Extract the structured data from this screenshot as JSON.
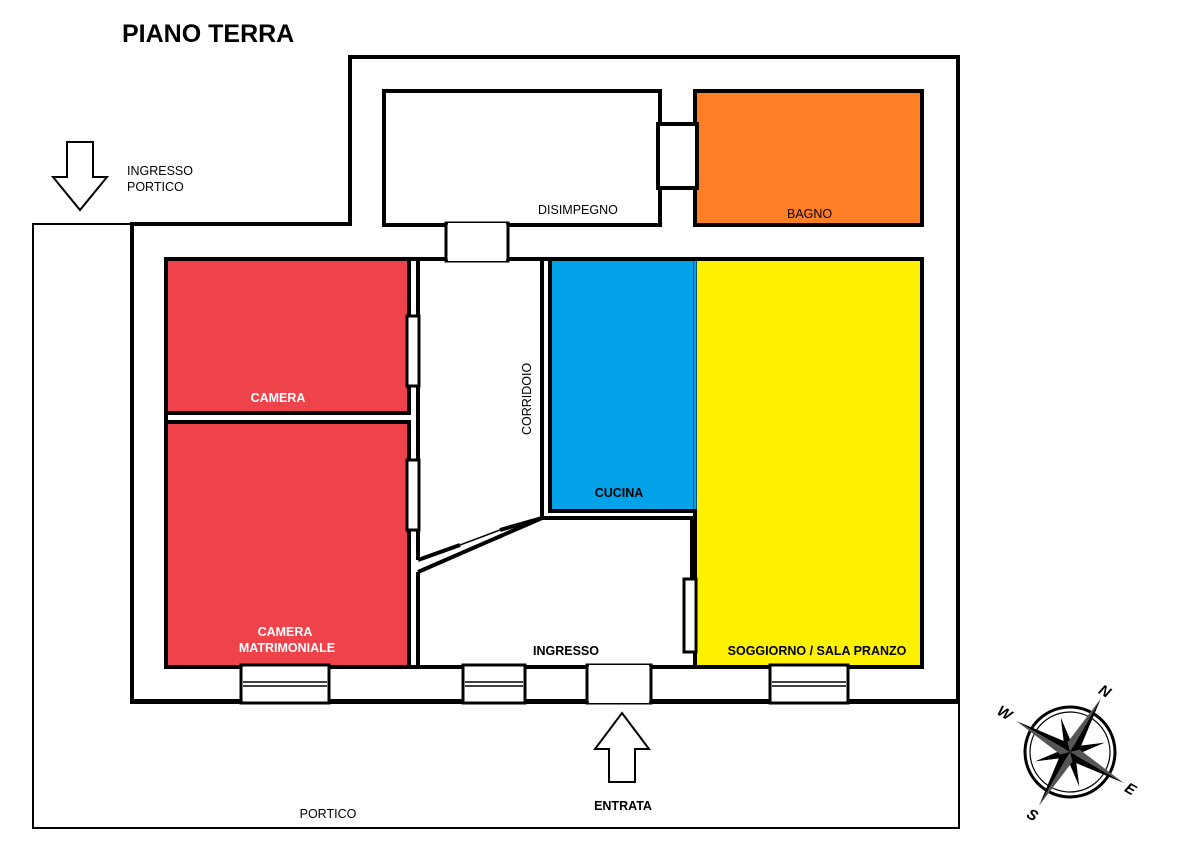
{
  "title": "PIANO TERRA",
  "colors": {
    "wall": "#000000",
    "camera": "#ef434b",
    "cucina": "#02a2e8",
    "soggiorno": "#fff200",
    "bagno": "#ff7f27",
    "free": "#ffffff"
  },
  "labels": {
    "ingresso_portico_1": "INGRESSO",
    "ingresso_portico_2": "PORTICO",
    "disimpegno": "DISIMPEGNO",
    "bagno": "BAGNO",
    "camera": "CAMERA",
    "camera_matrimoniale_1": "CAMERA",
    "camera_matrimoniale_2": "MATRIMONIALE",
    "corridoio": "CORRIDOIO",
    "cucina": "CUCINA",
    "ingresso": "INGRESSO",
    "soggiorno": "SOGGIORNO / SALA PRANZO",
    "entrata": "ENTRATA",
    "portico": "PORTICO"
  },
  "compass": {
    "n": "N",
    "e": "E",
    "s": "S",
    "w": "W"
  },
  "icons": {
    "entry_arrow": "arrow-up-icon",
    "portico_arrow": "arrow-down-icon",
    "compass": "compass-rose-icon"
  }
}
